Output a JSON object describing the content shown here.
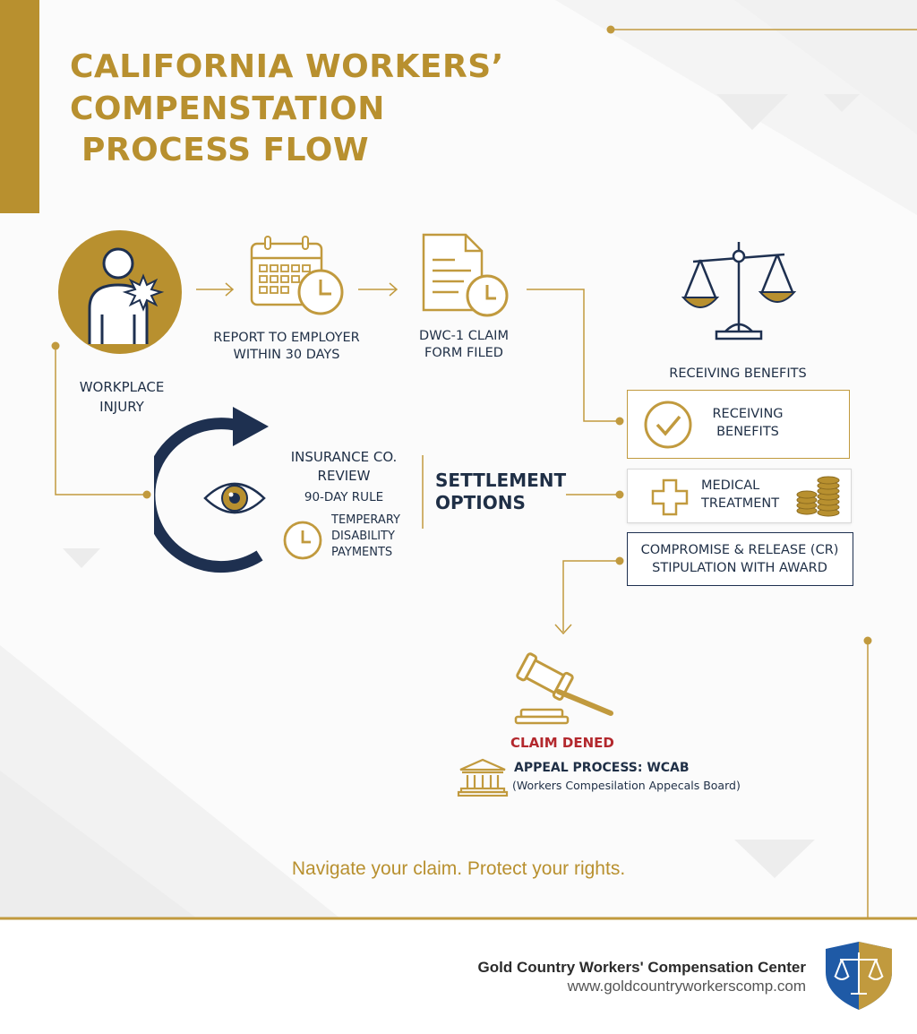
{
  "colors": {
    "gold": "#b8902f",
    "navy": "#1e3050",
    "red": "#b3282d",
    "text": "#1f2f46"
  },
  "title": {
    "lines": [
      "CALIFORNIA WORKERS’",
      "COMPENSTATION",
      " PROCESS FLOW"
    ]
  },
  "steps": {
    "workplace_injury": {
      "icon": "injured-worker-icon",
      "lines": [
        "WORKPLACE",
        "INJURY"
      ]
    },
    "report": {
      "icon": "calendar-clock-icon",
      "lines": [
        "REPORT TO EMPLOYER",
        "WITHIN 30 DAYS"
      ]
    },
    "claim_form": {
      "icon": "document-clock-icon",
      "lines": [
        "DWC-1 CLAIM",
        "FORM FILED"
      ]
    },
    "receiving_benefits": {
      "icon": "scales-icon",
      "label": "RECEIVING BENEFITS"
    },
    "insurance_review": {
      "icon": "eye-icon",
      "lines": [
        "INSURANCE CO.",
        "REVIEW"
      ],
      "rule": "90-DAY RULE",
      "payments": [
        "TEMPERARY",
        "DISABILITY",
        "PAYMENTS"
      ]
    },
    "settlement": {
      "lines": [
        "SETTLEMENT",
        "OPTIONS"
      ]
    },
    "claim_denied": {
      "icon": "gavel-icon",
      "label": "CLAIM DENED",
      "appeal": "APPEAL PROCESS: WCAB",
      "appeal_sub": "(Workers Compesilation Appecals Board)"
    }
  },
  "options": {
    "benefits": {
      "icon": "checkmark-icon",
      "lines": [
        "RECEIVING",
        "BENEFITS"
      ]
    },
    "medical": {
      "icon": "medical-cross-icon",
      "lines": [
        "MEDICAL",
        "TREATMENT"
      ]
    },
    "compromise": {
      "lines": [
        "COMPROMISE & RELEASE (CR)",
        "STIPULATION WITH AWARD"
      ]
    }
  },
  "tagline": "Navigate your claim. Protect your rights.",
  "footer": {
    "name": "Gold Country Workers' Compensation Center",
    "url": "www.goldcountryworkerscomp.com",
    "logo": "shield-scales-logo-icon"
  }
}
